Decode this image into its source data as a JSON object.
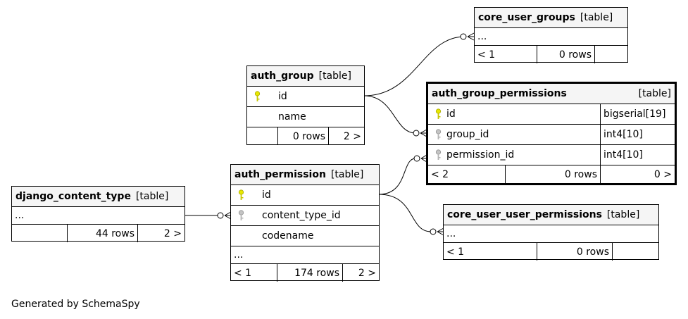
{
  "tables": {
    "core_user_groups": {
      "name": "core_user_groups",
      "kind": "[table]",
      "rows": [
        "..."
      ],
      "footer": [
        "< 1",
        "0 rows",
        ""
      ]
    },
    "auth_group": {
      "name": "auth_group",
      "kind": "[table]",
      "columns": [
        "id",
        "name"
      ],
      "footer": [
        "",
        "0 rows",
        "2 >"
      ]
    },
    "auth_group_permissions": {
      "name": "auth_group_permissions",
      "kind": "[table]",
      "columns": [
        {
          "name": "id",
          "type": "bigserial[19]"
        },
        {
          "name": "group_id",
          "type": "int4[10]"
        },
        {
          "name": "permission_id",
          "type": "int4[10]"
        }
      ],
      "footer": [
        "< 2",
        "0 rows",
        "0 >"
      ]
    },
    "django_content_type": {
      "name": "django_content_type",
      "kind": "[table]",
      "rows": [
        "..."
      ],
      "footer": [
        "",
        "44 rows",
        "2 >"
      ]
    },
    "auth_permission": {
      "name": "auth_permission",
      "kind": "[table]",
      "columns": [
        "id",
        "content_type_id",
        "codename"
      ],
      "extra": "...",
      "footer": [
        "< 1",
        "174 rows",
        "2 >"
      ]
    },
    "core_user_user_permissions": {
      "name": "core_user_user_permissions",
      "kind": "[table]",
      "rows": [
        "..."
      ],
      "footer": [
        "< 1",
        "0 rows",
        ""
      ]
    }
  },
  "credit": "Generated by SchemaSpy",
  "colors": {
    "primary_key": "#e8e800",
    "foreign_key": "#b4b4b4",
    "header_bg": "#f5f5f5",
    "line": "#000000"
  },
  "icons": {
    "primary_key": "key-icon",
    "foreign_key": "key-icon"
  }
}
